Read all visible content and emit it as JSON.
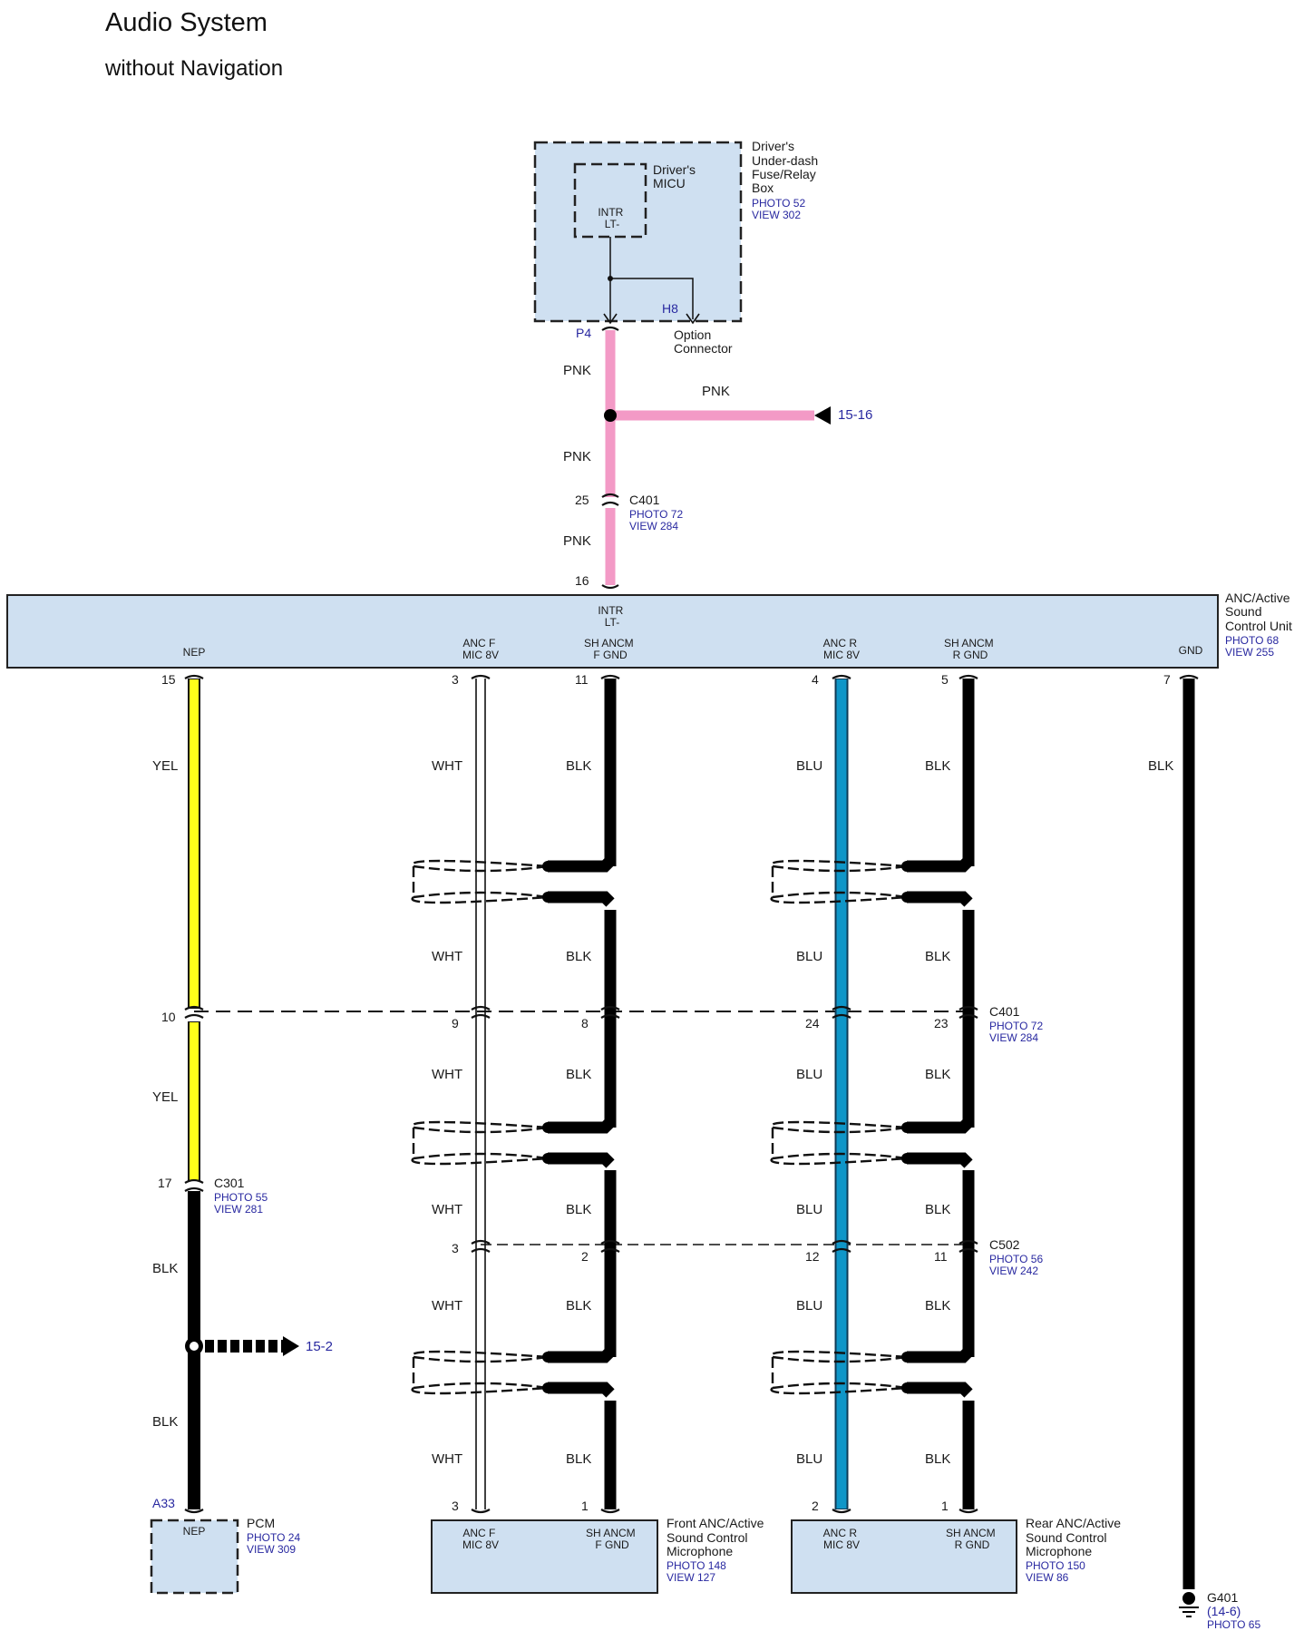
{
  "header": {
    "title": "Audio System",
    "subtitle": "without Navigation"
  },
  "colors": {
    "box_fill": "#cfe0f1",
    "pnk": "#f39ac6",
    "yel": "#ffff1a",
    "blu": "#0f96c8",
    "blk": "#000000",
    "ref_text": "#2828a0"
  },
  "fuse_box": {
    "name_lines": [
      "Driver's",
      "Under-dash",
      "Fuse/Relay",
      "Box"
    ],
    "photo": "PHOTO 52",
    "view": "VIEW 302",
    "micu_lines": [
      "Driver's",
      "MICU"
    ],
    "pin_lines": [
      "INTR",
      "LT-"
    ],
    "terminal_p4": "P4",
    "terminal_h8": "H8",
    "option_lines": [
      "Option",
      "Connector"
    ]
  },
  "top_wire": {
    "labels": [
      "PNK",
      "PNK",
      "PNK",
      "PNK"
    ],
    "ref": "15-16",
    "c401": {
      "name": "C401",
      "photo": "PHOTO 72",
      "view": "VIEW 284",
      "pin_upper": "25",
      "pin_lower": "16"
    }
  },
  "anc_unit": {
    "name_lines": [
      "ANC/Active",
      "Sound",
      "Control Unit"
    ],
    "photo": "PHOTO 68",
    "view": "VIEW 255",
    "intr_lines": [
      "INTR",
      "LT-"
    ],
    "pins": [
      {
        "label_lines": [
          "NEP"
        ],
        "pin": "15"
      },
      {
        "label_lines": [
          "ANC F",
          "MIC 8V"
        ],
        "pin": "3"
      },
      {
        "label_lines": [
          "SH ANCM",
          "F GND"
        ],
        "pin": "11"
      },
      {
        "label_lines": [
          "ANC R",
          "MIC 8V"
        ],
        "pin": "4"
      },
      {
        "label_lines": [
          "SH ANCM",
          "R GND"
        ],
        "pin": "5"
      },
      {
        "label_lines": [
          "GND"
        ],
        "pin": "7"
      }
    ]
  },
  "wires": {
    "nep": {
      "upper": "YEL",
      "lower_yel": "YEL",
      "blk_upper": "BLK",
      "blk_lower": "BLK",
      "ref": "15-2"
    },
    "wht": [
      "WHT",
      "WHT",
      "WHT",
      "WHT",
      "WHT",
      "WHT"
    ],
    "blk_f": [
      "BLK",
      "BLK",
      "BLK",
      "BLK",
      "BLK",
      "BLK"
    ],
    "blu": [
      "BLU",
      "BLU",
      "BLU",
      "BLU",
      "BLU",
      "BLU"
    ],
    "blk_r": [
      "BLK",
      "BLK",
      "BLK",
      "BLK",
      "BLK",
      "BLK"
    ],
    "gnd": "BLK"
  },
  "c401_row": {
    "name": "C401",
    "photo": "PHOTO 72",
    "view": "VIEW 284",
    "pins": [
      "10",
      "9",
      "8",
      "24",
      "23"
    ]
  },
  "c301": {
    "name": "C301",
    "photo": "PHOTO 55",
    "view": "VIEW 281",
    "pin": "17"
  },
  "c502_row": {
    "name": "C502",
    "photo": "PHOTO 56",
    "view": "VIEW 242",
    "pins": [
      "3",
      "2",
      "12",
      "11"
    ]
  },
  "pcm": {
    "terminal": "A33",
    "pin_label": "NEP",
    "name": "PCM",
    "photo": "PHOTO 24",
    "view": "VIEW 309"
  },
  "front_mic": {
    "pins": [
      "3",
      "1"
    ],
    "left_lines": [
      "ANC F",
      "MIC 8V"
    ],
    "right_lines": [
      "SH ANCM",
      "F GND"
    ],
    "name_lines": [
      "Front ANC/Active",
      "Sound Control",
      "Microphone"
    ],
    "photo": "PHOTO 148",
    "view": "VIEW 127"
  },
  "rear_mic": {
    "pins": [
      "2",
      "1"
    ],
    "left_lines": [
      "ANC R",
      "MIC 8V"
    ],
    "right_lines": [
      "SH ANCM",
      "R GND"
    ],
    "name_lines": [
      "Rear ANC/Active",
      "Sound Control",
      "Microphone"
    ],
    "photo": "PHOTO 150",
    "view": "VIEW 86"
  },
  "ground": {
    "name": "G401",
    "sub": "(14-6)",
    "photo": "PHOTO 65"
  }
}
